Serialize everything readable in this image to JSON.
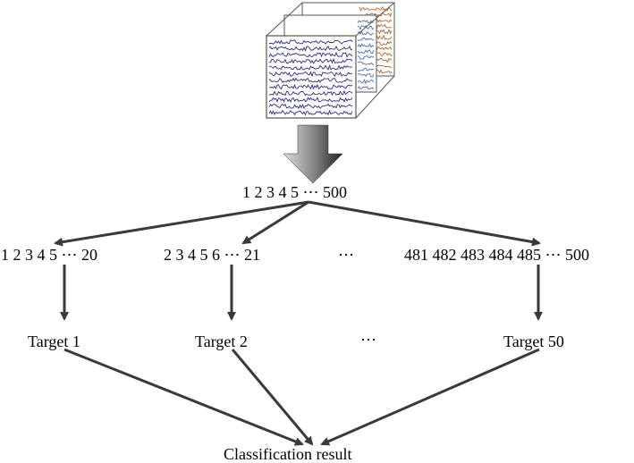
{
  "top_sequence": "1 2 3 4 5 ⋯ 500",
  "windows": [
    {
      "label": "1 2 3 4 5 ⋯ 20"
    },
    {
      "label": "2 3 4 5 6 ⋯ 21"
    },
    {
      "label": "⋯"
    },
    {
      "label": "481 482 483 484 485 ⋯  500"
    }
  ],
  "targets": [
    {
      "label": "Target 1"
    },
    {
      "label": "Target 2"
    },
    {
      "label": "⋯"
    },
    {
      "label": "Target 50"
    }
  ],
  "result": "Classification result",
  "colors": {
    "front_traces": "#2b2b8c",
    "back_traces": "#b5642a",
    "mid_traces": "#4a6fb5",
    "arrows": "#3a3a3a",
    "big_arrow_dark": "#222222",
    "big_arrow_light": "#dddddd"
  },
  "icons": {
    "data_cube": "eeg-signal-stack-icon",
    "down_arrow": "gradient-down-arrow-icon"
  }
}
